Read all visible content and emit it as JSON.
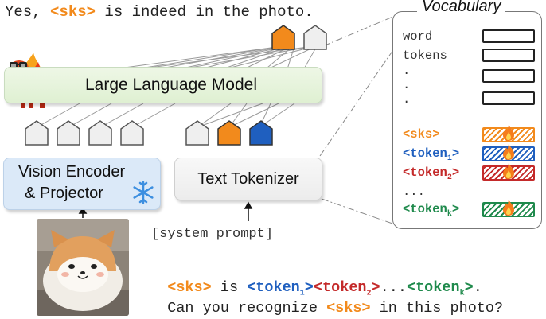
{
  "output": {
    "prefix": "Yes, ",
    "sks": "<sks>",
    "suffix": " is indeed in the photo."
  },
  "llm": {
    "label": "Large Language Model"
  },
  "vision_encoder": {
    "line1": "Vision Encoder",
    "line2": "& Projector"
  },
  "text_tokenizer": {
    "label": "Text Tokenizer"
  },
  "system_prompt": "[system prompt]",
  "prompt": {
    "sks": "<sks>",
    "is": " is ",
    "tok1": "<token",
    "tok1_sub": "1",
    "tok2": "<token",
    "tok2_sub": "2",
    "dots": "...",
    "tokk": "<token",
    "tokk_sub": "k",
    "close": ">",
    "end": ".",
    "line2_pre": "Can you recognize ",
    "line2_sks": "<sks>",
    "line2_post": " in this photo?"
  },
  "vocabulary": {
    "title": "Vocabulary",
    "word": "word",
    "tokens": "tokens",
    "dot": ".",
    "sks": "<sks>",
    "token": "<token",
    "sub1": "1",
    "sub2": "2",
    "subk": "k",
    "close": ">",
    "ellipsis": "..."
  },
  "colors": {
    "orange": "#f28a1c",
    "blue": "#1f5fbf",
    "red": "#c42a2a",
    "green": "#1f8a4c"
  }
}
